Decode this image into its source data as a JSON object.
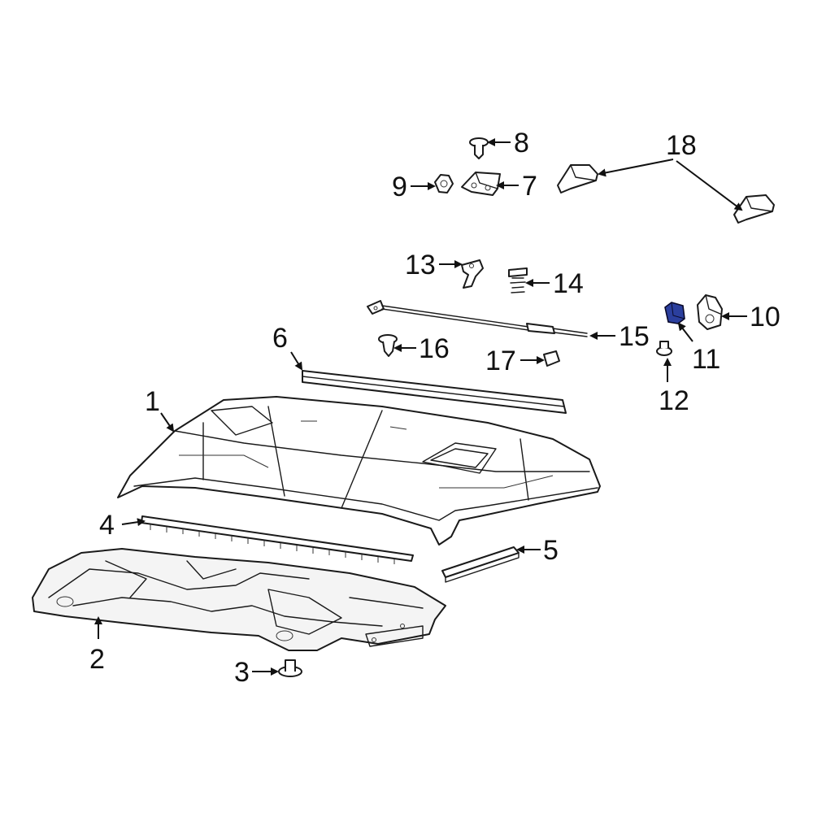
{
  "diagram": {
    "highlight_color": "#2b3f9e",
    "line_color": "#1a1a1a",
    "callouts": {
      "c1": "1",
      "c2": "2",
      "c3": "3",
      "c4": "4",
      "c5": "5",
      "c6": "6",
      "c7": "7",
      "c8": "8",
      "c9": "9",
      "c10": "10",
      "c11": "11",
      "c12": "12",
      "c13": "13",
      "c14": "14",
      "c15": "15",
      "c16": "16",
      "c17": "17",
      "c18": "18"
    }
  }
}
